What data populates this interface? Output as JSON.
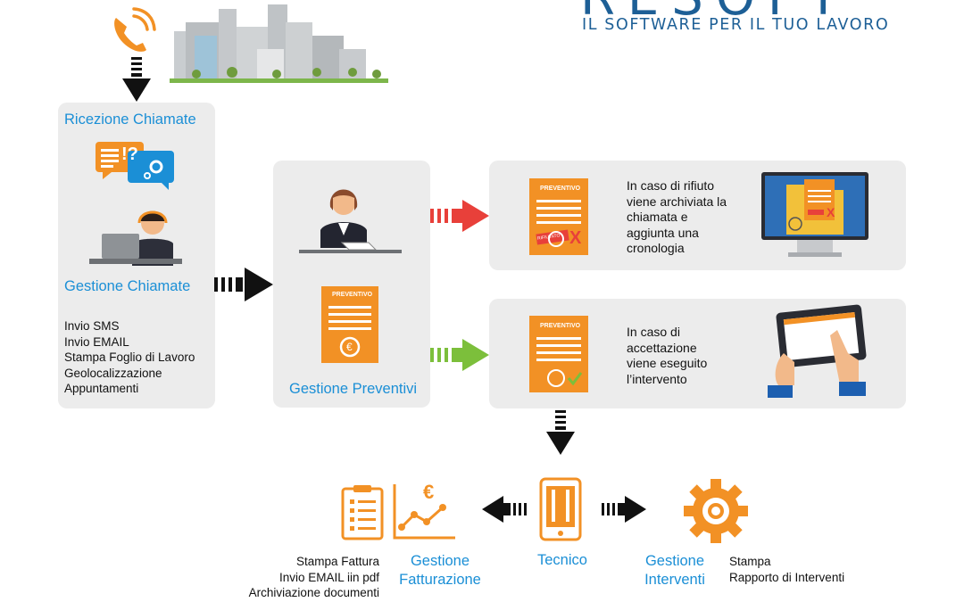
{
  "logo": {
    "brand_partial": "RESOFT",
    "tagline": "IL SOFTWARE PER IL TUO LAVORO"
  },
  "ricezione": {
    "title": "Ricezione Chiamate",
    "bubble_text": "!?"
  },
  "gestione_chiamate": {
    "title": "Gestione Chiamate",
    "items": [
      "Invio SMS",
      "Invio EMAIL",
      "Stampa Foglio di Lavoro",
      "Geolocalizzazione",
      "Appuntamenti"
    ]
  },
  "preventivi": {
    "title": "Gestione Preventivi",
    "doc_label": "PREVENTIVO"
  },
  "rifiuto": {
    "doc_label": "PREVENTIVO",
    "stamp": "RIFIUTATO",
    "lines": [
      "In caso di rifiuto",
      "viene archiviata la",
      "chiamata e",
      "aggiunta una",
      "cronologia"
    ]
  },
  "accettazione": {
    "doc_label": "PREVENTIVO",
    "lines": [
      "In caso di",
      "accettazione",
      "viene eseguito",
      "l’intervento"
    ]
  },
  "bottom": {
    "fatturazione_items": [
      "Stampa Fattura",
      "Invio EMAIL iin pdf",
      "Archiviazione documenti"
    ],
    "fatturazione_title": [
      "Gestione",
      "Fatturazione"
    ],
    "tecnico_title": "Tecnico",
    "interventi_title": [
      "Gestione",
      "Interventi"
    ],
    "interventi_items": [
      "Stampa",
      "Rapporto di Interventi"
    ]
  },
  "colors": {
    "accent_blue": "#1b8fd6",
    "orange": "#f29125",
    "panel": "#ececec",
    "red": "#e8403a",
    "green": "#7cbf3b"
  }
}
